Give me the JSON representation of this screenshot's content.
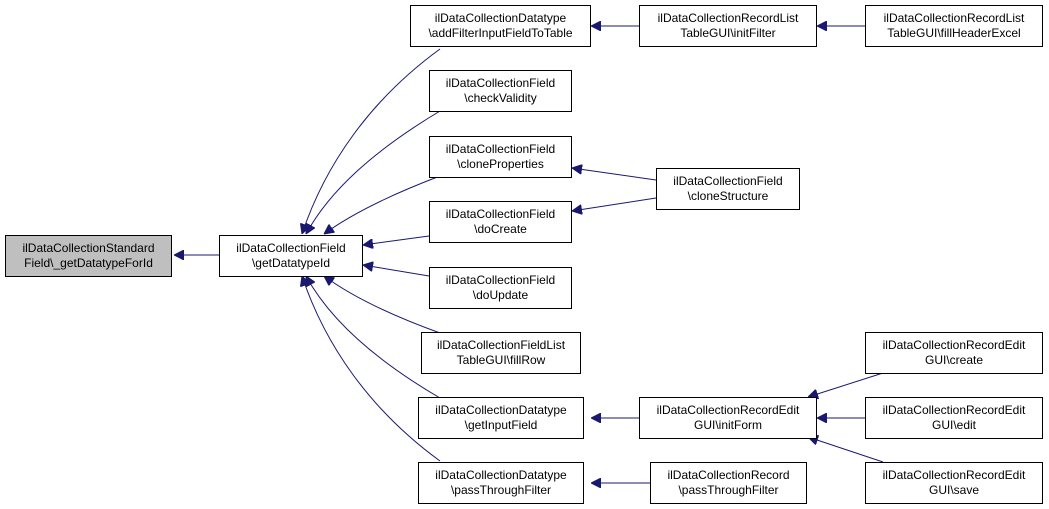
{
  "nodes": {
    "root": {
      "line1": "ilDataCollectionStandard",
      "line2": "Field\\_getDatatypeForId"
    },
    "getDatatypeId": {
      "line1": "ilDataCollectionField",
      "line2": "\\getDatatypeId"
    },
    "addFilterInput": {
      "line1": "ilDataCollectionDatatype",
      "line2": "\\addFilterInputFieldToTable"
    },
    "checkValidity": {
      "line1": "ilDataCollectionField",
      "line2": "\\checkValidity"
    },
    "cloneProperties": {
      "line1": "ilDataCollectionField",
      "line2": "\\cloneProperties"
    },
    "doCreate": {
      "line1": "ilDataCollectionField",
      "line2": "\\doCreate"
    },
    "doUpdate": {
      "line1": "ilDataCollectionField",
      "line2": "\\doUpdate"
    },
    "fillRow": {
      "line1": "ilDataCollectionFieldList",
      "line2": "TableGUI\\fillRow"
    },
    "getInputField": {
      "line1": "ilDataCollectionDatatype",
      "line2": "\\getInputField"
    },
    "passThroughFilterDt": {
      "line1": "ilDataCollectionDatatype",
      "line2": "\\passThroughFilter"
    },
    "initFilter": {
      "line1": "ilDataCollectionRecordList",
      "line2": "TableGUI\\initFilter"
    },
    "fillHeaderExcel": {
      "line1": "ilDataCollectionRecordList",
      "line2": "TableGUI\\fillHeaderExcel"
    },
    "cloneStructure": {
      "line1": "ilDataCollectionField",
      "line2": "\\cloneStructure"
    },
    "initForm": {
      "line1": "ilDataCollectionRecordEdit",
      "line2": "GUI\\initForm"
    },
    "recCreate": {
      "line1": "ilDataCollectionRecordEdit",
      "line2": "GUI\\create"
    },
    "recEdit": {
      "line1": "ilDataCollectionRecordEdit",
      "line2": "GUI\\edit"
    },
    "recSave": {
      "line1": "ilDataCollectionRecordEdit",
      "line2": "GUI\\save"
    },
    "recPassThrough": {
      "line1": "ilDataCollectionRecord",
      "line2": "\\passThroughFilter"
    }
  },
  "colors": {
    "edge": "#191970",
    "root_fill": "#bfbfbf",
    "node_border": "#000000"
  }
}
